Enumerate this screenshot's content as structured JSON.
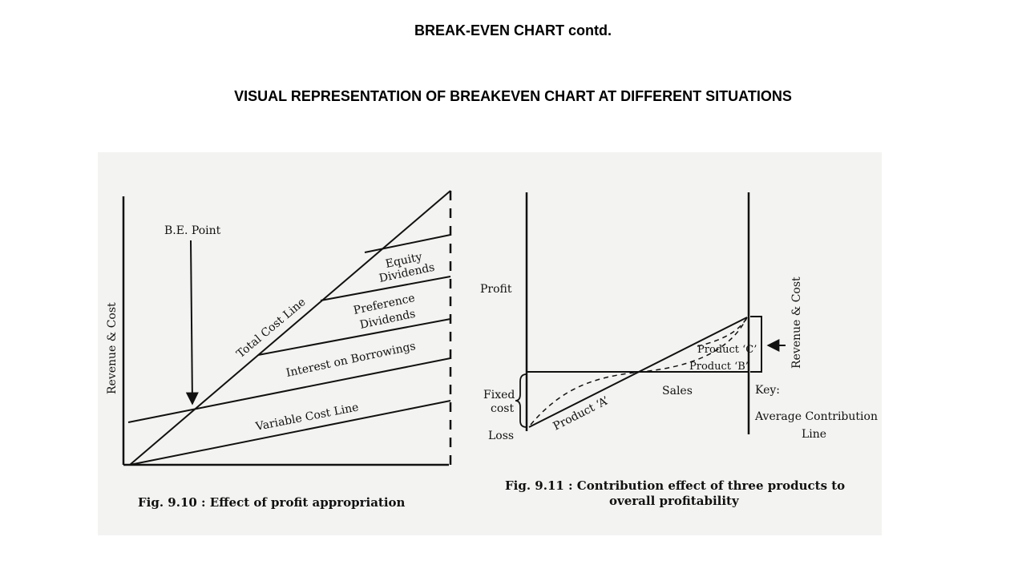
{
  "slide": {
    "title": "BREAK-EVEN CHART contd.",
    "subtitle": "VISUAL REPRESENTATION OF BREAKEVEN CHART AT DIFFERENT SITUATIONS"
  },
  "fig1": {
    "y_axis_label": "Revenue & Cost",
    "be_point_label": "B.E. Point",
    "total_cost_label": "Total Cost Line",
    "equity_line1": "Equity",
    "equity_line2": "Dividends",
    "preference_line1": "Preference",
    "preference_line2": "Dividends",
    "interest_label": "Interest on Borrowings",
    "variable_cost_label": "Variable Cost Line",
    "caption": "Fig. 9.10 : Effect of profit appropriation"
  },
  "fig2": {
    "profit_label": "Profit",
    "fixed_cost_line1": "Fixed",
    "fixed_cost_line2": "cost",
    "loss_label": "Loss",
    "sales_label": "Sales",
    "product_a_label": "Product ‘A’",
    "product_b_label": "Product ‘B’",
    "product_c_label": "Product ‘C’",
    "y_axis_label": "Revenue & Cost",
    "key_label": "Key:",
    "key_line1": "Average Contribution",
    "key_line2": "Line",
    "caption_line1": "Fig. 9.11 : Contribution effect of three products to",
    "caption_line2": "overall profitability"
  }
}
